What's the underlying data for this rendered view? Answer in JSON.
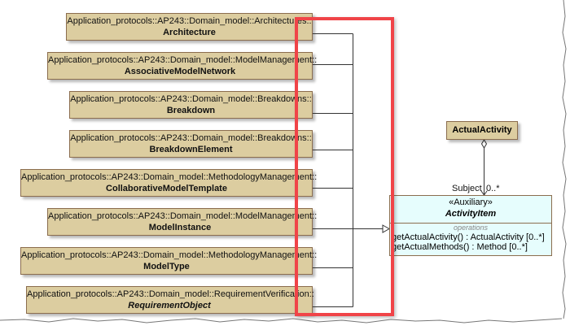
{
  "diagram": {
    "type": "UML class diagram",
    "superclasses": [
      {
        "package": "Application_protocols::AP243::Domain_model::Architectures::",
        "name": "Architecture",
        "italic": false
      },
      {
        "package": "Application_protocols::AP243::Domain_model::ModelManagement::",
        "name": "AssociativeModelNetwork",
        "italic": false
      },
      {
        "package": "Application_protocols::AP243::Domain_model::Breakdowns::",
        "name": "Breakdown",
        "italic": false
      },
      {
        "package": "Application_protocols::AP243::Domain_model::Breakdowns::",
        "name": "BreakdownElement",
        "italic": false
      },
      {
        "package": "Application_protocols::AP243::Domain_model::MethodologyManagement::",
        "name": "CollaborativeModelTemplate",
        "italic": false
      },
      {
        "package": "Application_protocols::AP243::Domain_model::ModelManagement::",
        "name": "ModelInstance",
        "italic": false
      },
      {
        "package": "Application_protocols::AP243::Domain_model::MethodologyManagement::",
        "name": "ModelType",
        "italic": false
      },
      {
        "package": "Application_protocols::AP243::Domain_model::RequirementVerification::",
        "name": "RequirementObject",
        "italic": true
      }
    ],
    "actual_activity": {
      "name": "ActualActivity"
    },
    "activity_item": {
      "stereotype": "«Auxiliary»",
      "name": "ActivityItem",
      "operations_title": "operations",
      "operations": [
        "getActualActivity() : ActualActivity [0..*]",
        "getActualMethods() : Method [0..*]"
      ]
    },
    "association": {
      "role": "Subject",
      "multiplicity": "0..*"
    },
    "colors": {
      "class_fill": "#dccda0",
      "class_border": "#8b6d4e",
      "auxiliary_fill": "#e6fdfd",
      "highlight": "#f04448"
    }
  }
}
